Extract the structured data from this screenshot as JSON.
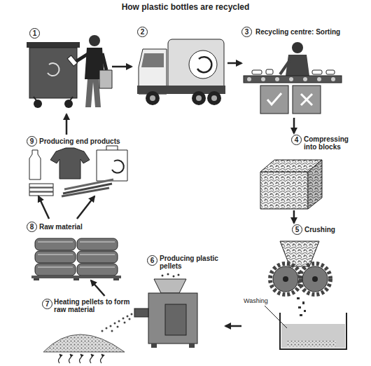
{
  "diagram": {
    "title": "How plastic bottles are recycled",
    "nodes": [
      {
        "text": [
          "1"
        ]
      },
      {
        "text": [
          "2"
        ]
      },
      {
        "text": [
          "3",
          "Recycling centre: Sorting"
        ]
      },
      {
        "text": [
          "4",
          "Compressing into blocks"
        ]
      },
      {
        "text": [
          "5",
          "Crushing"
        ]
      },
      {
        "text": [
          "6",
          "Producing plastic pellets"
        ]
      },
      {
        "text": [
          "7",
          "Heating pellets to form raw material"
        ]
      },
      {
        "text": [
          "8",
          "Raw material"
        ]
      },
      {
        "text": [
          "9",
          "Producing end products"
        ]
      }
    ],
    "edges": [
      {
        "from": 0,
        "to": 1,
        "arrow": "to"
      },
      {
        "from": 1,
        "to": 2,
        "arrow": "to"
      },
      {
        "from": 2,
        "to": 3,
        "arrow": "to"
      },
      {
        "from": 3,
        "to": 4,
        "arrow": "to"
      },
      {
        "from": 4,
        "to": 5,
        "arrow": "to"
      },
      {
        "from": 6,
        "to": 7,
        "arrow": "to"
      },
      {
        "from": 7,
        "to": 8,
        "arrow": "to"
      },
      {
        "from": 7,
        "to": 8,
        "arrow": "to"
      },
      {
        "from": 8,
        "to": 0,
        "arrow": "to"
      }
    ],
    "labels": [
      "Washing"
    ]
  }
}
